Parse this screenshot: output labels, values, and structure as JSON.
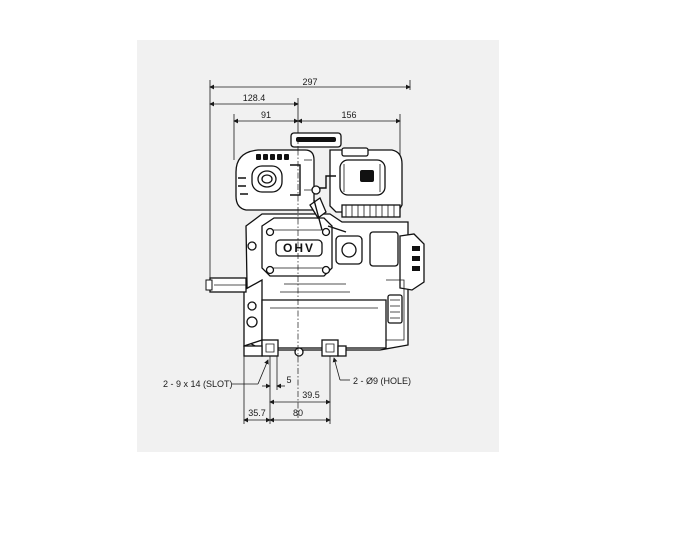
{
  "dimensions": {
    "overall_width": "297",
    "shaft_to_edge": "128.4",
    "left_offset": "91",
    "right_offset": "156",
    "slot_offset": "5",
    "hole_offset": "39.5",
    "base_left": "35.7",
    "base_span": "80"
  },
  "callouts": {
    "slot": "2 - 9 x 14 (SLOT)",
    "hole": "2 - Ø9 (HOLE)"
  },
  "engine": {
    "badge": "OHV"
  },
  "colors": {
    "line": "#1a1a1a",
    "panel": "#f1f1f1"
  }
}
